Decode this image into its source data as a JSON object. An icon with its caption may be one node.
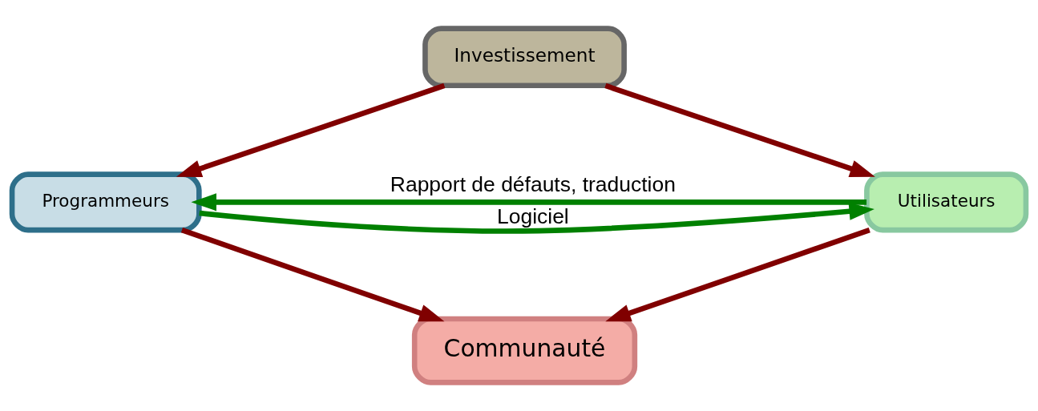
{
  "diagram": {
    "nodes": [
      {
        "text": [
          "Investissement"
        ]
      },
      {
        "text": [
          "Programmeurs"
        ]
      },
      {
        "text": [
          "Utilisateurs"
        ]
      },
      {
        "text": [
          "Communauté"
        ]
      }
    ],
    "edges": [
      {
        "from": 0,
        "to": 1,
        "arrow": "to"
      },
      {
        "from": 0,
        "to": 2,
        "arrow": "to"
      },
      {
        "from": 1,
        "to": 2,
        "arrow": "to",
        "label": "Logiciel",
        "color": "#008000"
      },
      {
        "from": 2,
        "to": 1,
        "arrow": "to",
        "label": "Rapport de défauts, traduction",
        "color": "#008000"
      },
      {
        "from": 1,
        "to": 3,
        "arrow": "to"
      },
      {
        "from": 2,
        "to": 3,
        "arrow": "to"
      }
    ]
  }
}
